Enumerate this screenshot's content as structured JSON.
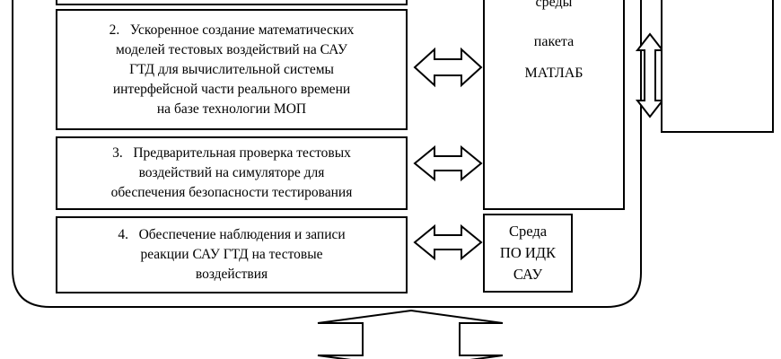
{
  "steps": [
    {
      "number": "2.",
      "lines": [
        "Ускоренное создание математических",
        "моделей тестовых воздействий на САУ",
        "ГТД для вычислительной системы",
        "интерфейсной части реального времени",
        "на базе технологии МОП"
      ]
    },
    {
      "number": "3.",
      "lines": [
        "Предварительная проверка тестовых",
        "воздействий на симуляторе для",
        "обеспечения безопасности тестирования"
      ]
    },
    {
      "number": "4.",
      "lines": [
        "Обеспечение наблюдения и записи",
        "реакции САУ ГТД на тестовые",
        "воздействия"
      ]
    }
  ],
  "matlab_env": {
    "line1": "среды",
    "line2": "пакета",
    "line3": "МАТЛАБ"
  },
  "ido_env": {
    "line1": "Среда",
    "line2": "ПО ИДК",
    "line3": "САУ"
  }
}
